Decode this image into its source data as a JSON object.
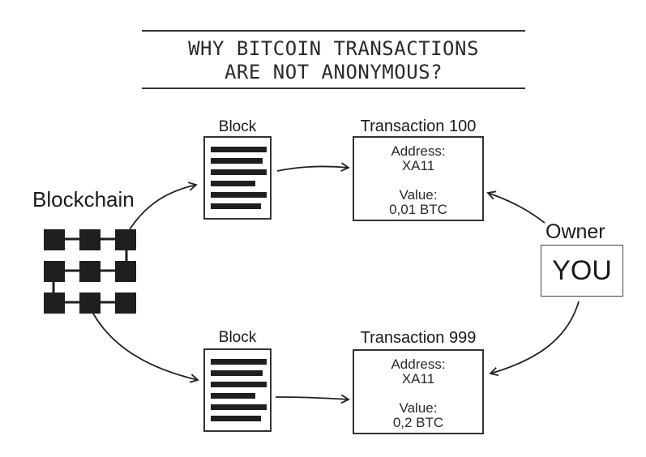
{
  "title": {
    "line1": "WHY BITCOIN TRANSACTIONS",
    "line2": "ARE NOT ANONYMOUS?"
  },
  "blockchain": {
    "label": "Blockchain",
    "grid_rows": 3,
    "grid_cols": 3
  },
  "blocks": [
    {
      "label": "Block"
    },
    {
      "label": "Block"
    }
  ],
  "transactions": [
    {
      "label": "Transaction 100",
      "address_label": "Address:",
      "address": "XA11",
      "value_label": "Value:",
      "value": "0,01 BTC"
    },
    {
      "label": "Transaction 999",
      "address_label": "Address:",
      "address": "XA11",
      "value_label": "Value:",
      "value": "0,2 BTC"
    }
  ],
  "owner": {
    "label": "Owner",
    "name": "YOU"
  },
  "colors": {
    "ink": "#1f1f1f",
    "background": "#ffffff"
  }
}
